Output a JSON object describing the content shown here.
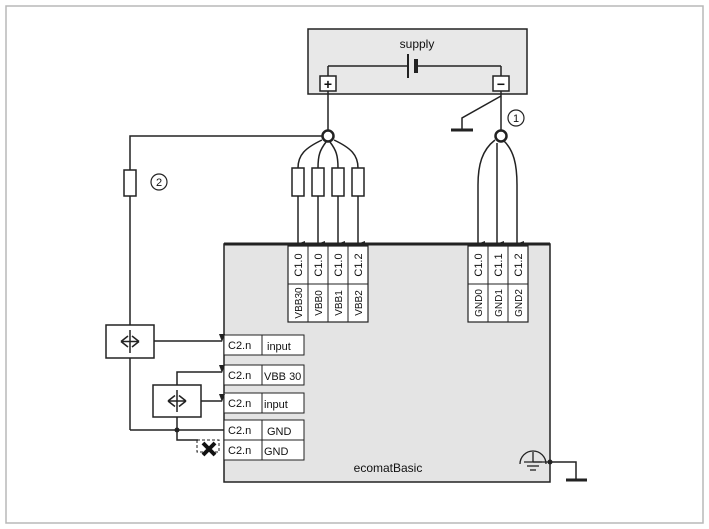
{
  "supply": {
    "label": "supply",
    "plus": "+",
    "minus": "−"
  },
  "callouts": {
    "one": "1",
    "two": "2"
  },
  "vbb_terminals": [
    {
      "top": "C1.0",
      "bottom": "VBB30"
    },
    {
      "top": "C1.0",
      "bottom": "VBB0"
    },
    {
      "top": "C1.0",
      "bottom": "VBB1"
    },
    {
      "top": "C1.2",
      "bottom": "VBB2"
    }
  ],
  "gnd_terminals": [
    {
      "top": "C1.0",
      "bottom": "GND0"
    },
    {
      "top": "C1.1",
      "bottom": "GND1"
    },
    {
      "top": "C1.2",
      "bottom": "GND2"
    }
  ],
  "side_terminals": [
    {
      "code": "C2.n",
      "name": "input"
    },
    {
      "code": "C2.n",
      "name": "VBB 30"
    },
    {
      "code": "C2.n",
      "name": "input"
    },
    {
      "code": "C2.n",
      "name": "GND"
    },
    {
      "code": "C2.n",
      "name": "GND"
    }
  ],
  "controller": {
    "label": "ecomatBasic"
  },
  "colors": {
    "controller_fill": "#e4e4e4",
    "supply_fill": "#e8e8e8",
    "line": "#222222",
    "frame": "#b8b8b8"
  }
}
